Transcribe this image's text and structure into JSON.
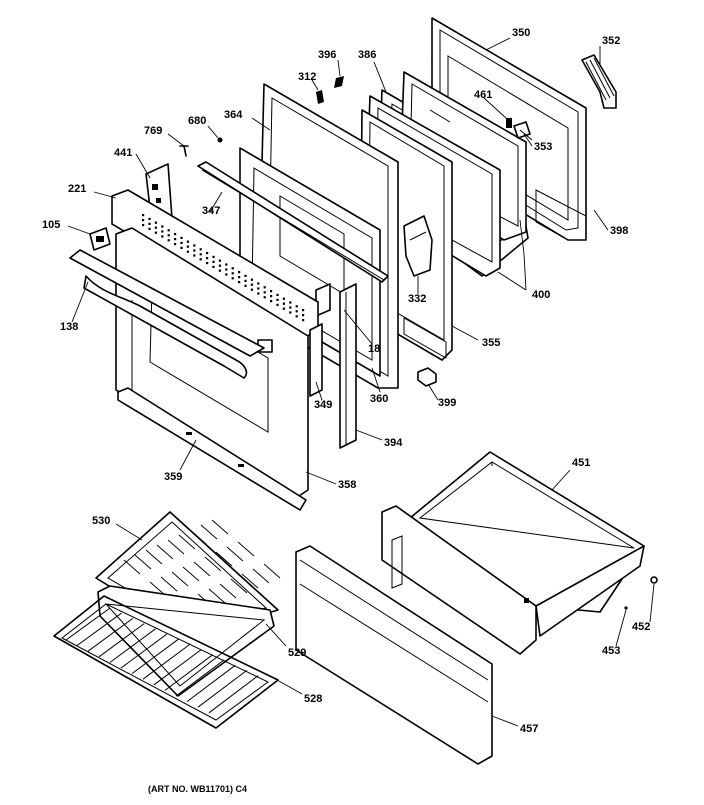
{
  "labels": {
    "l350": "350",
    "l352": "352",
    "l396": "396",
    "l386": "386",
    "l312": "312",
    "l461": "461",
    "l364": "364",
    "l680": "680",
    "l353": "353",
    "l769": "769",
    "l441": "441",
    "l347": "347",
    "l221": "221",
    "l398": "398",
    "l105": "105",
    "l332": "332",
    "l400": "400",
    "l138": "138",
    "l18": "18",
    "l355": "355",
    "l349": "349",
    "l360": "360",
    "l399": "399",
    "l394": "394",
    "l359": "359",
    "l358": "358",
    "l451": "451",
    "l530": "530",
    "l452": "452",
    "l453": "453",
    "l529": "529",
    "l528": "528",
    "l457": "457"
  },
  "art_number": "(ART NO. WB11701) C4"
}
